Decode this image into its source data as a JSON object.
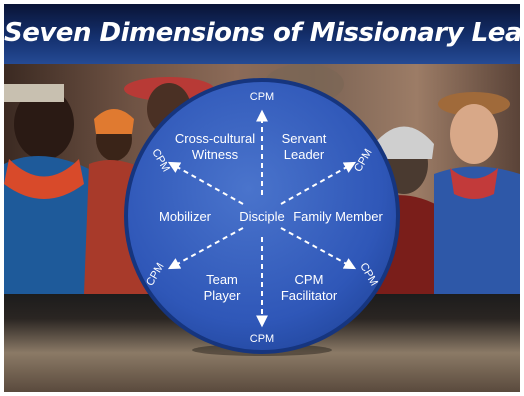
{
  "title": "Seven Dimensions of Missionary Learning",
  "center": "Disciple",
  "dimensions": {
    "top_left": [
      "Cross-cultural",
      "Witness"
    ],
    "top_right": [
      "Servant",
      "Leader"
    ],
    "left": "Mobilizer",
    "right": "Family Member",
    "bottom_left": [
      "Team",
      "Player"
    ],
    "bottom_right": [
      "CPM",
      "Facilitator"
    ]
  },
  "cpm_label": "CPM",
  "colors": {
    "title_bar": "#14306e",
    "disc": "#2f57b8",
    "disc_rim": "#1a3a88",
    "text": "#ffffff"
  }
}
